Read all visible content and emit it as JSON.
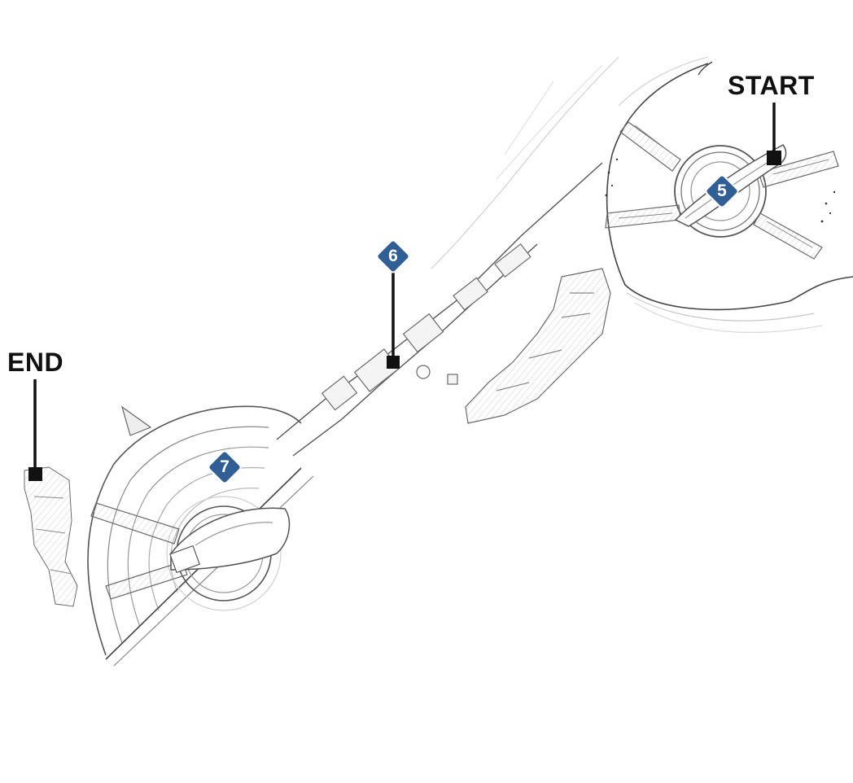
{
  "labels": {
    "start": "START",
    "end": "END"
  },
  "markers": [
    {
      "id": "5",
      "label": "5"
    },
    {
      "id": "6",
      "label": "6"
    },
    {
      "id": "7",
      "label": "7"
    }
  ],
  "colors": {
    "marker_fill": "#2f5f94",
    "marker_text": "#ffffff",
    "route_line": "#111111",
    "map_line": "#6f6f6f",
    "map_light": "#bdbdbd",
    "background": "#ffffff"
  },
  "icons": {
    "waypoint": "diamond-number-badge",
    "endpoint": "square-pin"
  }
}
